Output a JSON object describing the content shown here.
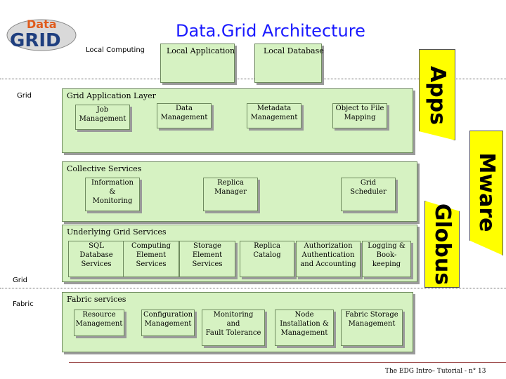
{
  "header": {
    "title": "Data.Grid  Architecture",
    "logo_top": "Data",
    "logo_bottom": "GRID"
  },
  "left_labels": {
    "local_computing": "Local Computing",
    "grid_top": "Grid",
    "grid_bottom": "Grid",
    "fabric": "Fabric"
  },
  "local": {
    "application": "Local Application",
    "database": "Local Database"
  },
  "layers": {
    "grid_application": {
      "title": "Grid Application Layer",
      "items": [
        "Job\nManagement",
        "Data\nManagement",
        "Metadata\nManagement",
        "Object to File\nMapping"
      ]
    },
    "collective": {
      "title": "Collective Services",
      "items": [
        "Information\n&\nMonitoring",
        "Replica\nManager",
        "Grid\nScheduler"
      ]
    },
    "underlying": {
      "title": "Underlying Grid Services",
      "items": [
        "SQL\nDatabase\nServices",
        "Computing\nElement\nServices",
        "Storage\nElement\nServices",
        "Replica\nCatalog",
        "Authorization\nAuthentication\nand Accounting",
        "Logging &\nBook-\nkeeping"
      ]
    },
    "fabric": {
      "title": "Fabric services",
      "items": [
        "Resource\nManagement",
        "Configuration\nManagement",
        "Monitoring\nand\nFault Tolerance",
        "Node\nInstallation &\nManagement",
        "Fabric Storage\nManagement"
      ]
    }
  },
  "side_tabs": {
    "apps": "Apps",
    "mware": "Mware",
    "globus": "Globus"
  },
  "footer": "The EDG Intro– Tutorial - n° 13",
  "colors": {
    "box_fill": "#d6f2c2",
    "tab_fill": "#ffff00",
    "title_color": "#1a1aff"
  }
}
